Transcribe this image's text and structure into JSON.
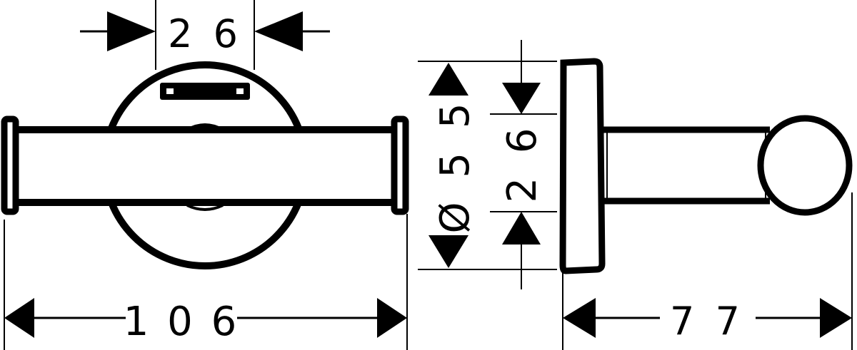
{
  "drawing": {
    "title": "Double robe hook technical drawing",
    "units": "mm",
    "line_color": "#000000",
    "background": "#ffffff",
    "front_view": {
      "top_dimension": {
        "label": "2 6",
        "value": 26
      },
      "bottom_dimension": {
        "label": "1 0 6",
        "value": 106
      }
    },
    "side_view": {
      "diameter_dimension": {
        "label": "Ø 5 5",
        "value": 55
      },
      "inner_dimension": {
        "label": "2 6",
        "value": 26
      },
      "depth_dimension": {
        "label": "7 7",
        "value": 77
      }
    }
  }
}
